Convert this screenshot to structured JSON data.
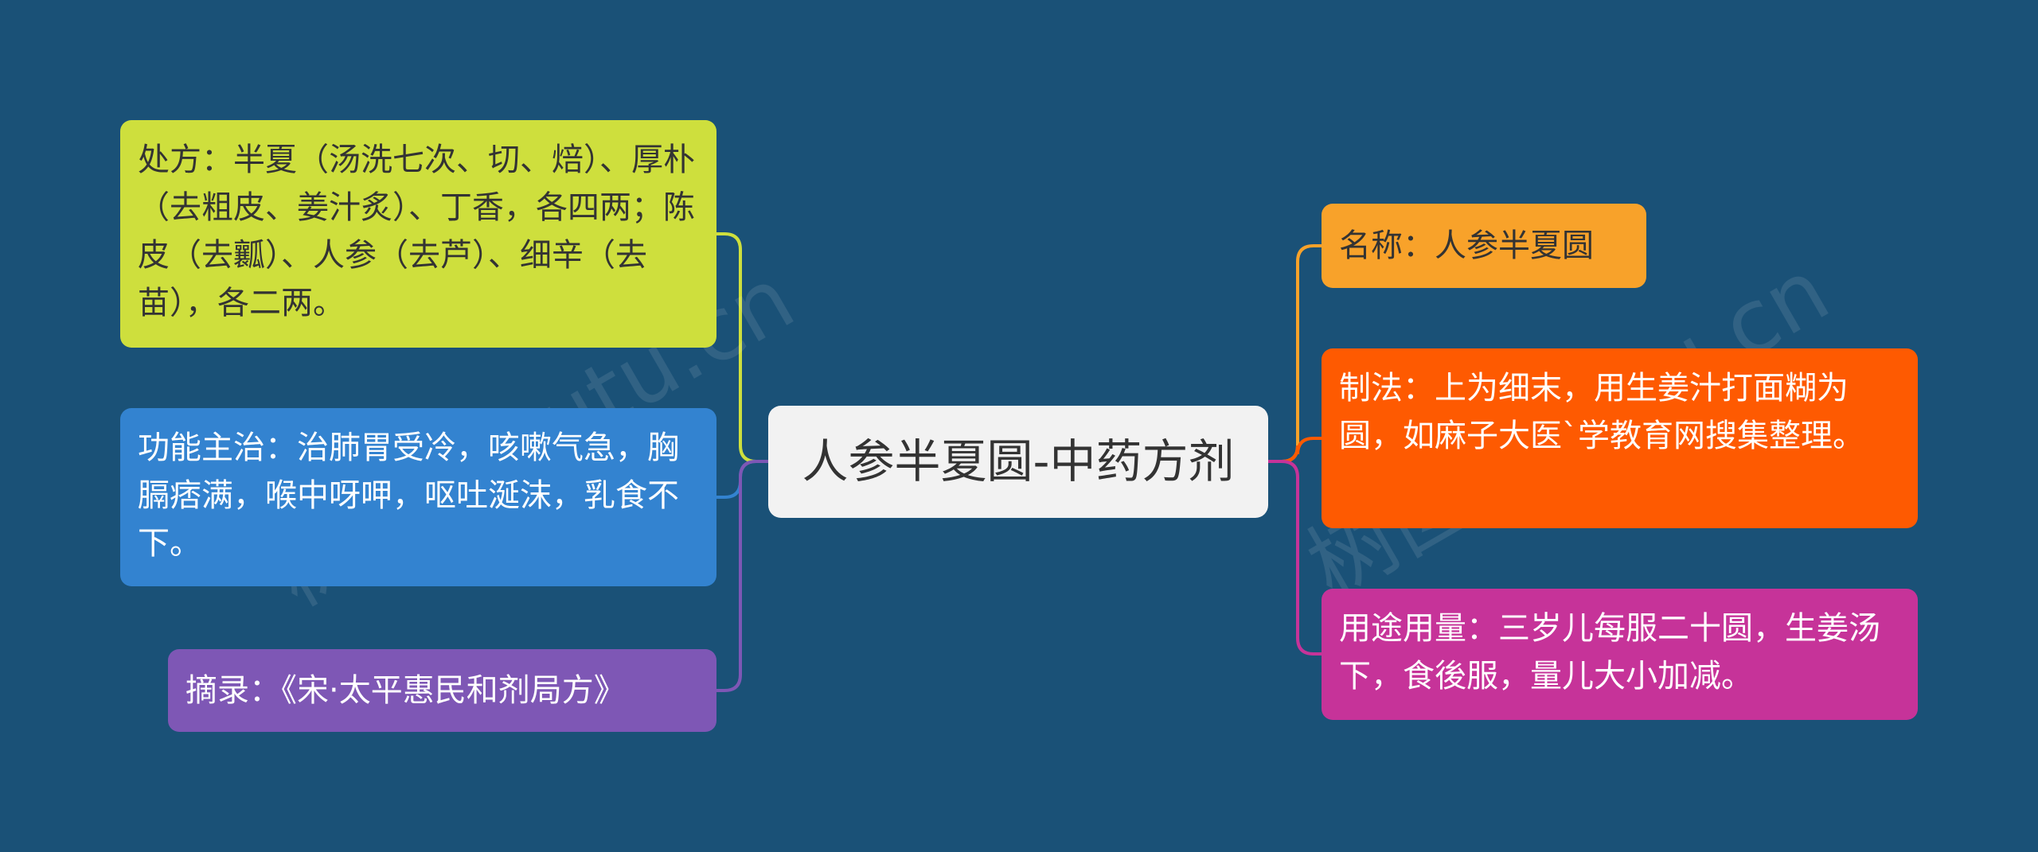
{
  "mindmap": {
    "center": {
      "label": "人参半夏圆-中药方剂"
    },
    "left_branches": [
      {
        "key": "recipe",
        "label": "处方：半夏（汤洗七次、切、焙）、厚朴（去粗皮、姜汁炙）、丁香，各四两；陈皮（去瓤）、人参（去芦）、细辛（去苗），各二两。",
        "color": "#cedf3d"
      },
      {
        "key": "function",
        "label": "功能主治：治肺胃受冷，咳嗽气急，胸膈痞满，喉中呀呷，呕吐涎沫，乳食不下。",
        "color": "#3383d0"
      },
      {
        "key": "source",
        "label": "摘录：《宋·太平惠民和剂局方》",
        "color": "#7e57b5"
      }
    ],
    "right_branches": [
      {
        "key": "name",
        "label": "名称：人参半夏圆",
        "color": "#f8a22a"
      },
      {
        "key": "method",
        "label": "制法：上为细末，用生姜汁打面糊为圆，如麻子大医`学教育网搜集整理。",
        "color": "#fe5a01"
      },
      {
        "key": "usage",
        "label": "用途用量：三岁儿每服二十圆，生姜汤下，食後服，量儿大小加减。",
        "color": "#c63399"
      }
    ]
  },
  "watermark": "树图 shutu.cn"
}
